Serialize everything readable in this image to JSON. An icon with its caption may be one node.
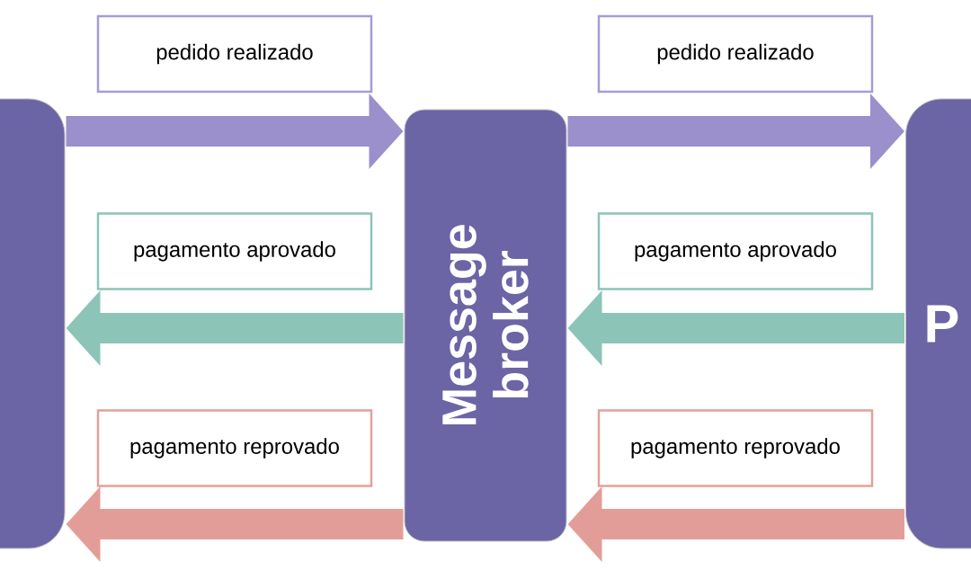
{
  "diagram": {
    "nodes": [
      {
        "text": [],
        "shape": "box"
      },
      {
        "text": [
          "pedido realizado"
        ]
      },
      {
        "text": [
          "pagamento aprovado"
        ]
      },
      {
        "text": [
          "pagamento reprovado"
        ]
      },
      {
        "text": [
          "Message broker"
        ]
      },
      {
        "text": [
          "pedido realizado"
        ]
      },
      {
        "text": [
          "pagamento aprovado"
        ]
      },
      {
        "text": [
          "pagamento reprovado"
        ]
      },
      {
        "text": [
          "P"
        ]
      }
    ],
    "edges": [
      {
        "from": 0,
        "to": 4,
        "arrow": "to",
        "color": "#9b8fcc"
      },
      {
        "from": 4,
        "to": 0,
        "arrow": "to",
        "color": "#8cc4b8"
      },
      {
        "from": 4,
        "to": 0,
        "arrow": "to",
        "color": "#e39d99"
      },
      {
        "from": 4,
        "to": 8,
        "arrow": "to",
        "color": "#9b8fcc"
      },
      {
        "from": 8,
        "to": 4,
        "arrow": "to",
        "color": "#8cc4b8"
      },
      {
        "from": 8,
        "to": 4,
        "arrow": "to",
        "color": "#e39d99"
      }
    ]
  }
}
